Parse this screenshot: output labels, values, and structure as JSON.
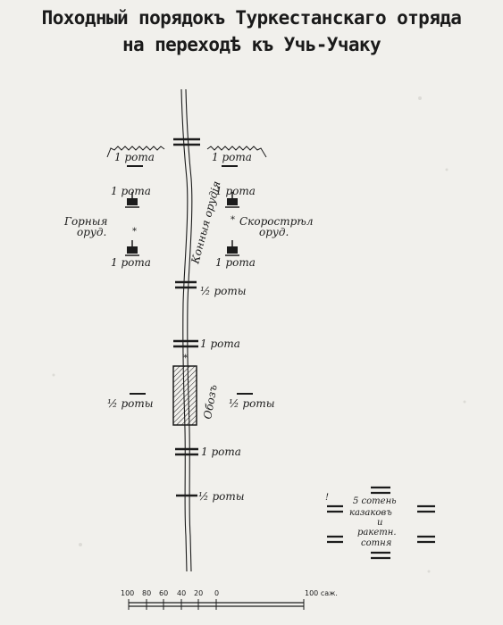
{
  "title": {
    "line1": "Походный порядокъ Туркестанскаго отряда",
    "line2": "на переходѣ къ Учь-Учаку"
  },
  "units": {
    "rota_top_left": "1 рота",
    "rota_top_right": "1 рота",
    "rota_mid_left_1": "1 рота",
    "rota_mid_right_1": "1 рота",
    "rota_mid_left_2": "1 рота",
    "rota_mid_right_2": "1 рота",
    "half_rota_1": "½ роты",
    "rota_center": "1 рота",
    "half_rota_left": "½ роты",
    "half_rota_right": "½ роты",
    "rota_lower": "1 рота",
    "half_rota_bottom": "½ роты"
  },
  "guns": {
    "mountain_line1": "Горныя",
    "mountain_line2": "оруд.",
    "rapid_line1": "Скорострѣл",
    "rapid_line2": "оруд.",
    "horse_guns": "Конныя орудія"
  },
  "train": {
    "label": "Обозъ"
  },
  "cossacks": {
    "line1": "5 сотень",
    "line2": "казаковъ",
    "line3": "и",
    "line4": "ракетн.",
    "line5": "сотня"
  },
  "scale": {
    "ticks": [
      "100",
      "80",
      "60",
      "40",
      "20",
      "0",
      "100 саж."
    ]
  },
  "colors": {
    "ink": "#1c1c1c",
    "paper": "#f1f0ec"
  }
}
